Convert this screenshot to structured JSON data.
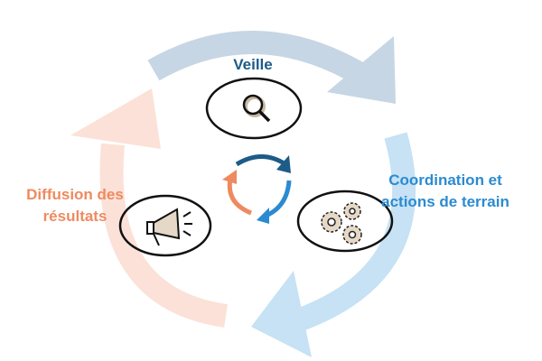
{
  "labels": {
    "veille": "Veille",
    "coordination": "Coordination et actions de terrain",
    "diffusion": "Diffusion des résultats"
  },
  "icons": [
    "magnifier-icon",
    "gears-icon",
    "megaphone-icon",
    "cycle-arrows-icon"
  ],
  "colors": {
    "veille": "#1d5b88",
    "coordination": "#2b8bd1",
    "diffusion": "#ee8a60",
    "arrow_top": "#c6d6e4",
    "arrow_right": "#c6e2f4",
    "arrow_left": "#fbe1d7"
  }
}
